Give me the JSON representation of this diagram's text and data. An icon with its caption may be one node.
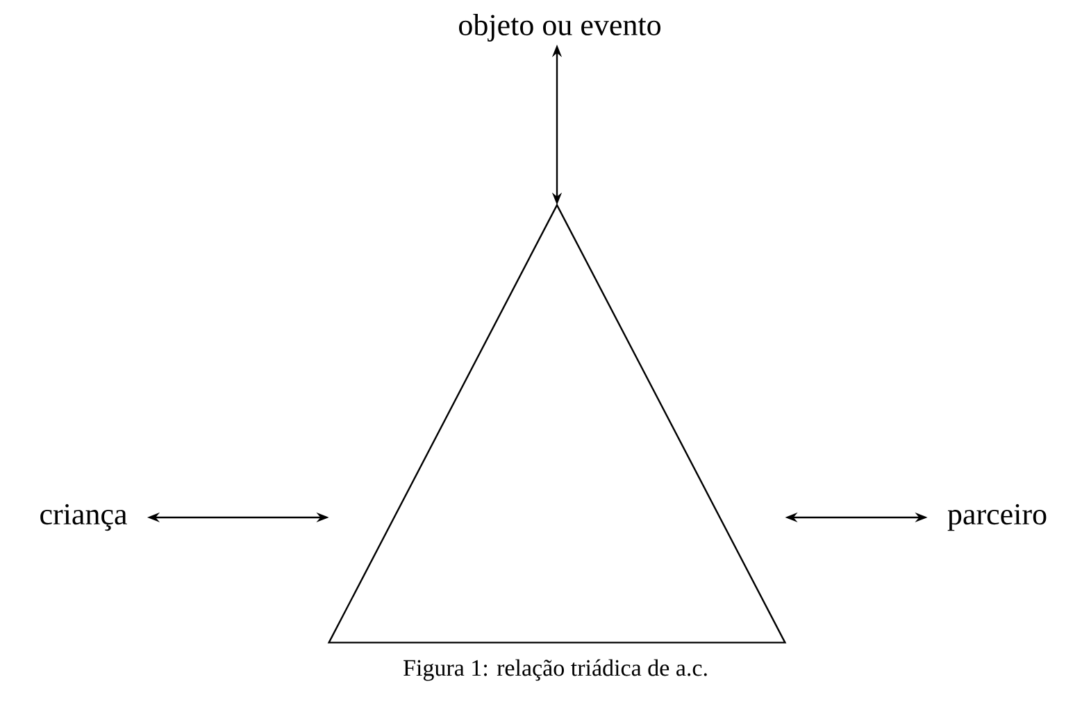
{
  "diagram": {
    "caption": "Figura 1: relação triádica de a.c.",
    "nodes": [
      {
        "text": [
          "objeto ou evento"
        ]
      },
      {
        "text": [
          "criança"
        ]
      },
      {
        "text": [
          "parceiro"
        ]
      },
      {
        "text": [],
        "shape": "triangle"
      }
    ],
    "edges": [
      {
        "from": 0,
        "to": 3,
        "arrow": "both"
      },
      {
        "from": 1,
        "to": 3,
        "arrow": "both"
      },
      {
        "from": 2,
        "to": 3,
        "arrow": "both"
      }
    ]
  }
}
